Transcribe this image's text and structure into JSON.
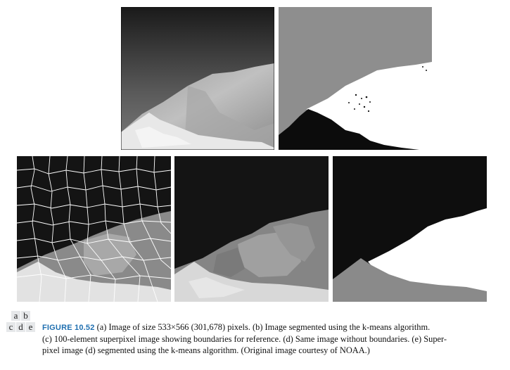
{
  "panel_keys": {
    "row1": [
      "a",
      "b"
    ],
    "row2": [
      "c",
      "d",
      "e"
    ]
  },
  "caption": {
    "figure_label": "FIGURE 10.52",
    "line1": "(a) Image of size 533×566 (301,678) pixels. (b) Image segmented using the k-means algorithm.",
    "line2": "(c) 100-element superpixel image showing boundaries for reference. (d) Same image without boundaries. (e) Super-",
    "line3": "pixel image (d) segmented using the k-means algorithm. (Original image courtesy of NOAA.)"
  },
  "colors": {
    "figure_label": "#1f6fb0"
  }
}
